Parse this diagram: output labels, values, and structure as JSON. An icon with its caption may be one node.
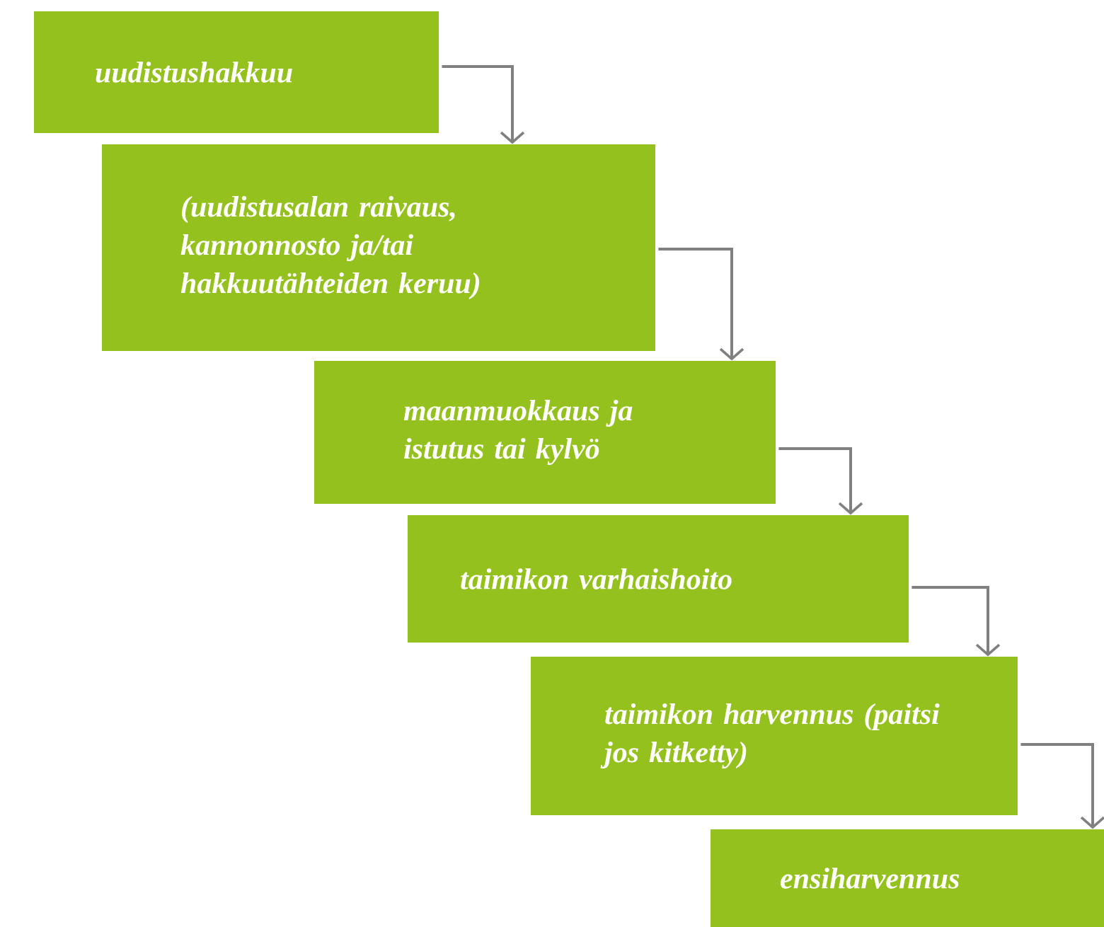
{
  "diagram": {
    "nodes": [
      {
        "text": [
          "uudistushakkuu"
        ]
      },
      {
        "text": [
          "(uudistusalan raivaus, kannonnosto ja/tai hakkuutähteiden keruu)"
        ]
      },
      {
        "text": [
          "maanmuokkaus ja istutus tai kylvö"
        ]
      },
      {
        "text": [
          "taimikon varhaishoito"
        ]
      },
      {
        "text": [
          "taimikon harvennus (paitsi jos kitketty)"
        ]
      },
      {
        "text": [
          "ensiharvennus"
        ]
      }
    ],
    "edges": [
      {
        "from": 0,
        "to": 1,
        "arrow": "to"
      },
      {
        "from": 1,
        "to": 2,
        "arrow": "to"
      },
      {
        "from": 2,
        "to": 3,
        "arrow": "to"
      },
      {
        "from": 3,
        "to": 4,
        "arrow": "to"
      },
      {
        "from": 4,
        "to": 5,
        "arrow": "to"
      }
    ]
  }
}
